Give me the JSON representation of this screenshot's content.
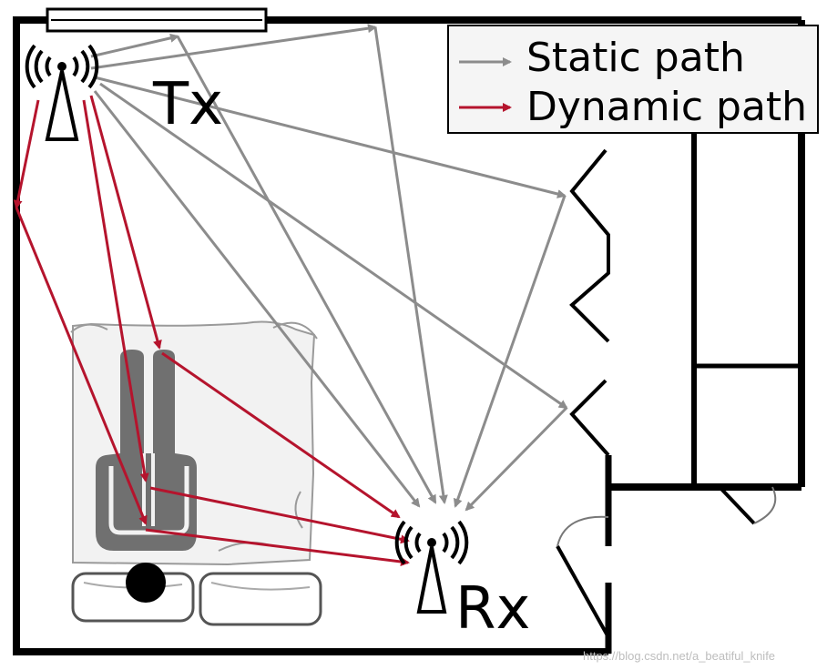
{
  "legend": {
    "static_label": "Static path",
    "dynamic_label": "Dynamic path"
  },
  "labels": {
    "tx": "Tx",
    "rx": "Rx"
  },
  "watermark": "https://blog.csdn.net/a_beatiful_knife",
  "colors": {
    "static": "#8c8c8c",
    "dynamic": "#b5142d",
    "wall": "#000000",
    "bed": "#f2f2f2",
    "person": "#707070"
  },
  "icons": [
    "antenna-icon-tx",
    "antenna-icon-rx",
    "window-icon",
    "person-icon"
  ]
}
